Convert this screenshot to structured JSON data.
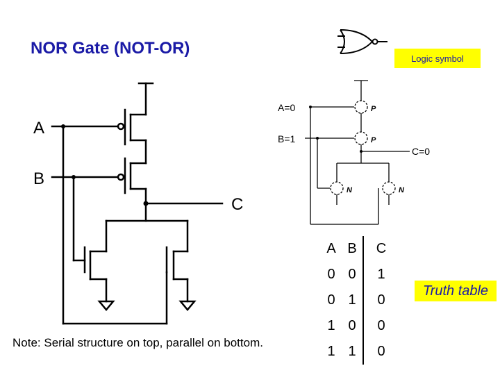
{
  "title": "NOR Gate (NOT-OR)",
  "logic_symbol_label": "Logic symbol",
  "truth_table_label": "Truth table",
  "note": "Note: Serial structure on top, parallel on bottom.",
  "schematic": {
    "input_a": "A",
    "input_b": "B",
    "output_c": "C"
  },
  "example": {
    "a": "A=0",
    "b": "B=1",
    "c": "C=0",
    "p1": "P",
    "p2": "P",
    "n1": "N",
    "n2": "N"
  },
  "truth_table": {
    "headers": [
      "A",
      "B",
      "C"
    ],
    "rows": [
      [
        "0",
        "0",
        "1"
      ],
      [
        "0",
        "1",
        "0"
      ],
      [
        "1",
        "0",
        "0"
      ],
      [
        "1",
        "1",
        "0"
      ]
    ]
  }
}
